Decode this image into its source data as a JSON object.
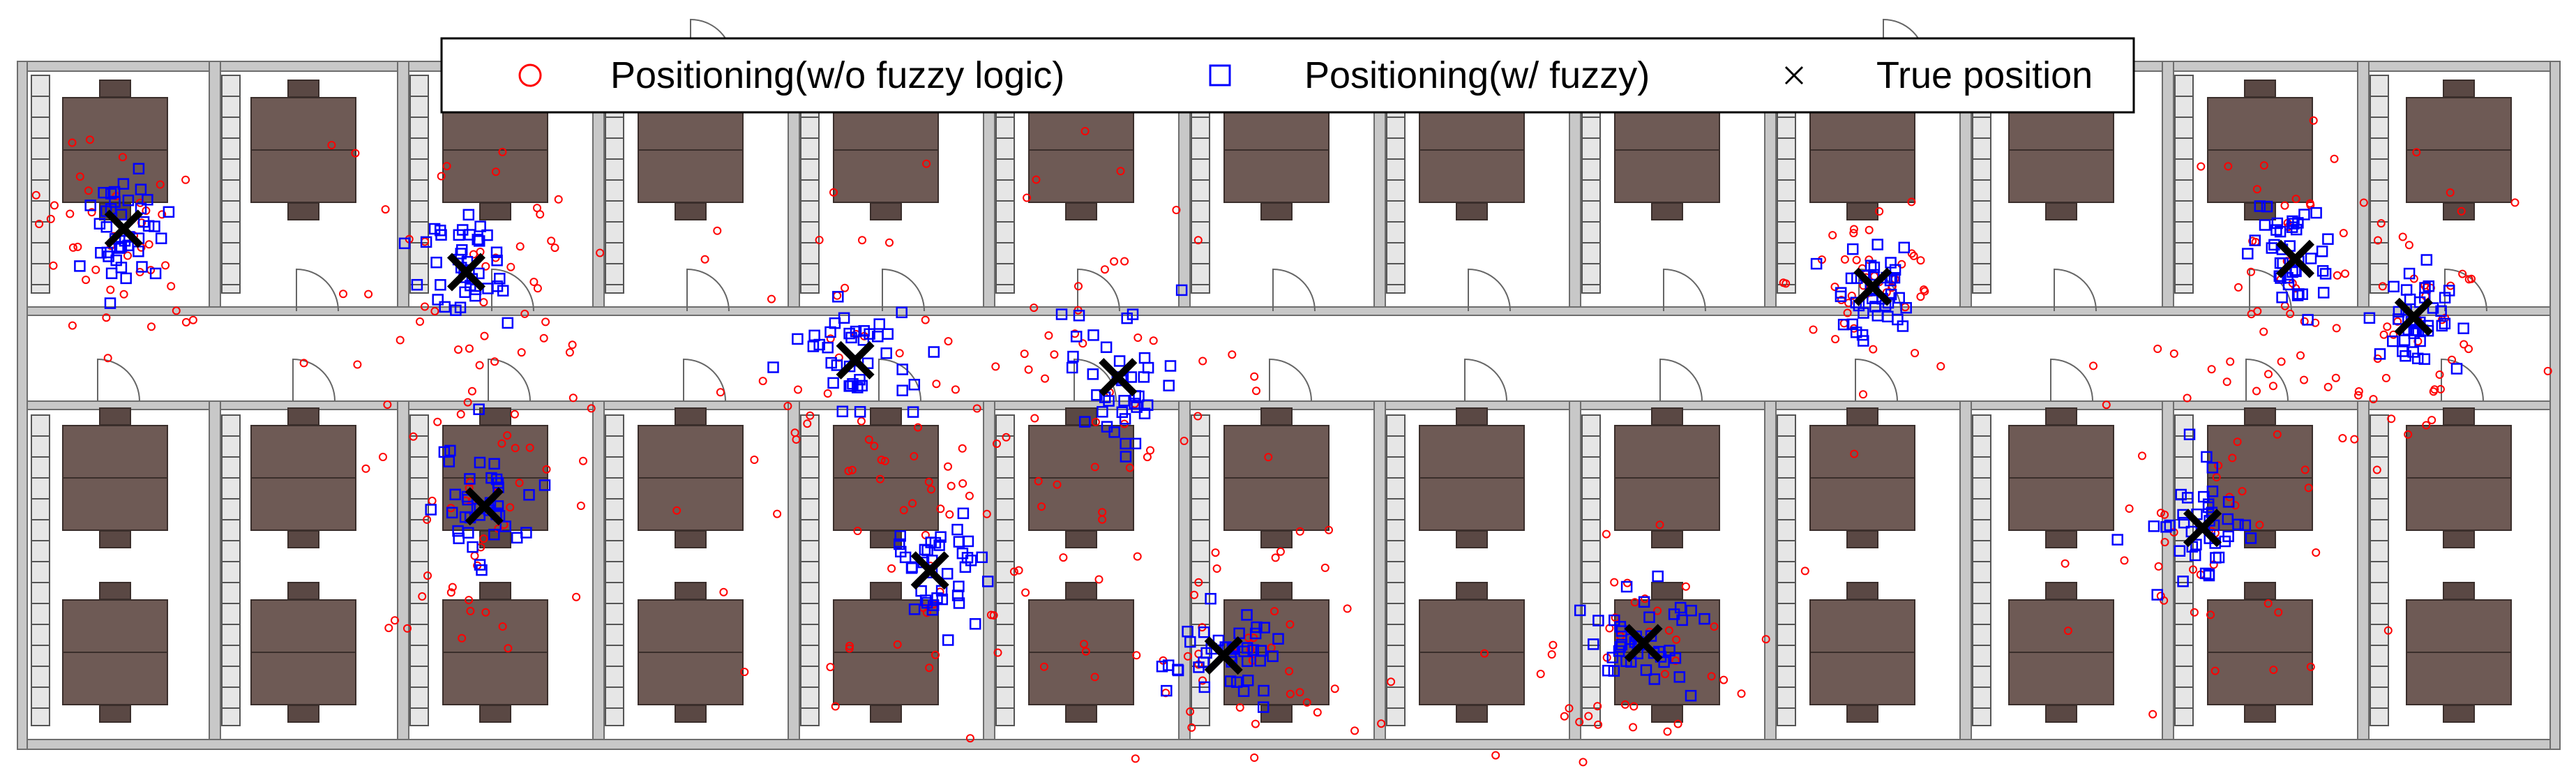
{
  "legend": {
    "items": [
      {
        "label": "Positioning(w/o fuzzy logic)",
        "marker": "circle",
        "color": "#ff0000"
      },
      {
        "label": "Positioning(w/ fuzzy)",
        "marker": "square",
        "color": "#0000ff"
      },
      {
        "label": "True position",
        "marker": "x",
        "color": "#000000"
      }
    ]
  },
  "colors": {
    "wall": "#c8c8c8",
    "wall_stroke": "#6e6e6e",
    "desk": "#6e5a55",
    "desk_stroke": "#3a2e2b",
    "chair": "#5a4844",
    "no_fuzzy": "#ff0000",
    "fuzzy": "#0000ff",
    "true": "#000000"
  },
  "chart_data": {
    "type": "scatter",
    "title": "",
    "xlabel": "",
    "ylabel": "",
    "background": "office floor plan (two rows of rooms with desks, corridor between)",
    "legend_position": "top-center",
    "grid": false,
    "series": [
      {
        "name": "Positioning(w/o fuzzy logic)",
        "marker": "circle",
        "color": "#ff0000"
      },
      {
        "name": "Positioning(w/ fuzzy)",
        "marker": "square",
        "color": "#0000ff"
      },
      {
        "name": "True position",
        "marker": "x",
        "color": "#000000"
      }
    ],
    "true_positions": [
      [
        0.048,
        0.296
      ],
      [
        0.181,
        0.352
      ],
      [
        0.332,
        0.466
      ],
      [
        0.434,
        0.488
      ],
      [
        0.727,
        0.371
      ],
      [
        0.891,
        0.335
      ],
      [
        0.937,
        0.41
      ],
      [
        0.188,
        0.655
      ],
      [
        0.361,
        0.738
      ],
      [
        0.475,
        0.848
      ],
      [
        0.638,
        0.832
      ],
      [
        0.855,
        0.683
      ]
    ],
    "spread_no_fuzzy": [
      [
        0.03,
        0.15
      ],
      [
        0.05,
        0.2
      ],
      [
        0.07,
        0.3
      ],
      [
        0.06,
        0.22
      ],
      [
        0.03,
        0.12
      ],
      [
        0.03,
        0.22
      ],
      [
        0.03,
        0.16
      ],
      [
        0.04,
        0.25
      ],
      [
        0.05,
        0.22
      ],
      [
        0.05,
        0.16
      ],
      [
        0.05,
        0.18
      ],
      [
        0.05,
        0.2
      ]
    ],
    "spread_fuzzy": [
      [
        0.015,
        0.07
      ],
      [
        0.02,
        0.08
      ],
      [
        0.02,
        0.07
      ],
      [
        0.02,
        0.08
      ],
      [
        0.015,
        0.06
      ],
      [
        0.015,
        0.06
      ],
      [
        0.015,
        0.06
      ],
      [
        0.02,
        0.08
      ],
      [
        0.02,
        0.07
      ],
      [
        0.02,
        0.06
      ],
      [
        0.02,
        0.06
      ],
      [
        0.02,
        0.07
      ]
    ],
    "points_per_location": {
      "no_fuzzy": 45,
      "fuzzy": 40
    }
  }
}
